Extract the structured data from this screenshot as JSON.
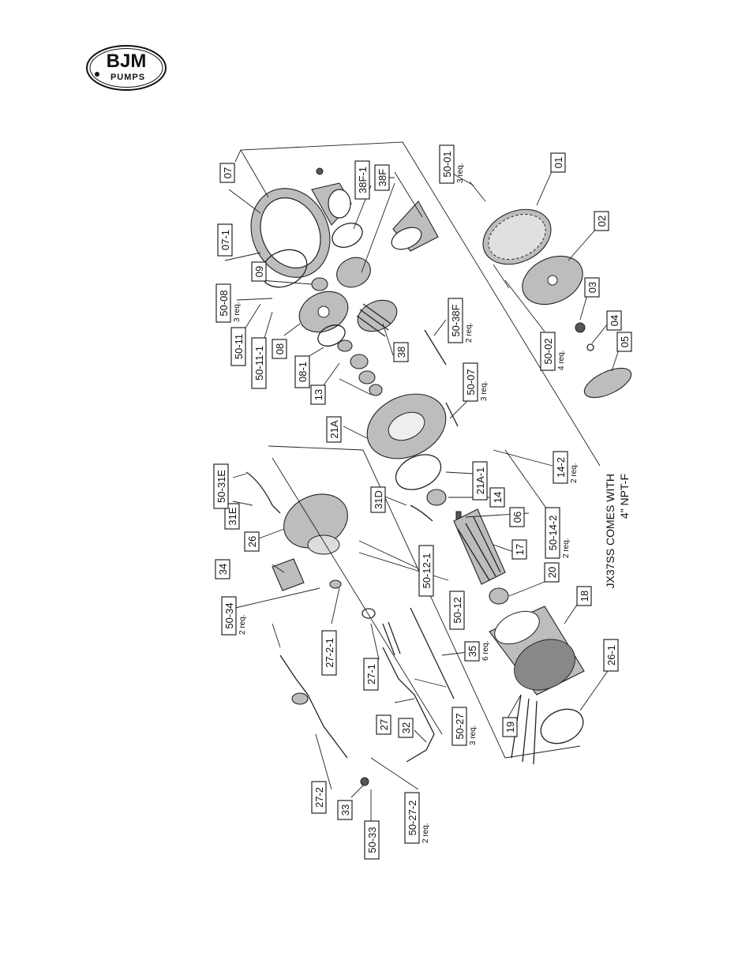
{
  "logo": {
    "line1": "BJM",
    "line2": "PUMPS"
  },
  "note": {
    "line1": "JX37SS COMES WITH",
    "line2": "4\" NPT-F"
  },
  "labels": [
    {
      "id": "07",
      "req": ""
    },
    {
      "id": "38F-1",
      "req": ""
    },
    {
      "id": "38F",
      "req": ""
    },
    {
      "id": "50-01",
      "req": "3 req."
    },
    {
      "id": "01",
      "req": ""
    },
    {
      "id": "02",
      "req": ""
    },
    {
      "id": "03",
      "req": ""
    },
    {
      "id": "04",
      "req": ""
    },
    {
      "id": "05",
      "req": ""
    },
    {
      "id": "50-02",
      "req": "4 req."
    },
    {
      "id": "07-1",
      "req": ""
    },
    {
      "id": "09",
      "req": ""
    },
    {
      "id": "50-08",
      "req": "3 req."
    },
    {
      "id": "50-11",
      "req": ""
    },
    {
      "id": "50-11-1",
      "req": ""
    },
    {
      "id": "08",
      "req": ""
    },
    {
      "id": "08-1",
      "req": ""
    },
    {
      "id": "38",
      "req": ""
    },
    {
      "id": "50-38F",
      "req": "2 req."
    },
    {
      "id": "13",
      "req": ""
    },
    {
      "id": "50-07",
      "req": "3 req."
    },
    {
      "id": "21A",
      "req": ""
    },
    {
      "id": "14-2",
      "req": "2 req."
    },
    {
      "id": "21A-1",
      "req": ""
    },
    {
      "id": "14",
      "req": ""
    },
    {
      "id": "06",
      "req": ""
    },
    {
      "id": "50-14-2",
      "req": "2 req."
    },
    {
      "id": "17",
      "req": ""
    },
    {
      "id": "20",
      "req": ""
    },
    {
      "id": "18",
      "req": ""
    },
    {
      "id": "26-1",
      "req": ""
    },
    {
      "id": "19",
      "req": ""
    },
    {
      "id": "31D",
      "req": ""
    },
    {
      "id": "50-12-1",
      "req": ""
    },
    {
      "id": "50-12",
      "req": ""
    },
    {
      "id": "35",
      "req": "6 req."
    },
    {
      "id": "50-27",
      "req": "3 req."
    },
    {
      "id": "32",
      "req": ""
    },
    {
      "id": "27",
      "req": ""
    },
    {
      "id": "27-1",
      "req": ""
    },
    {
      "id": "27-2-1",
      "req": ""
    },
    {
      "id": "50-34",
      "req": "2 req."
    },
    {
      "id": "34",
      "req": ""
    },
    {
      "id": "26",
      "req": ""
    },
    {
      "id": "31E",
      "req": ""
    },
    {
      "id": "50-31E",
      "req": ""
    },
    {
      "id": "27-2",
      "req": ""
    },
    {
      "id": "33",
      "req": ""
    },
    {
      "id": "50-33",
      "req": ""
    },
    {
      "id": "50-27-2",
      "req": "2 req."
    }
  ]
}
